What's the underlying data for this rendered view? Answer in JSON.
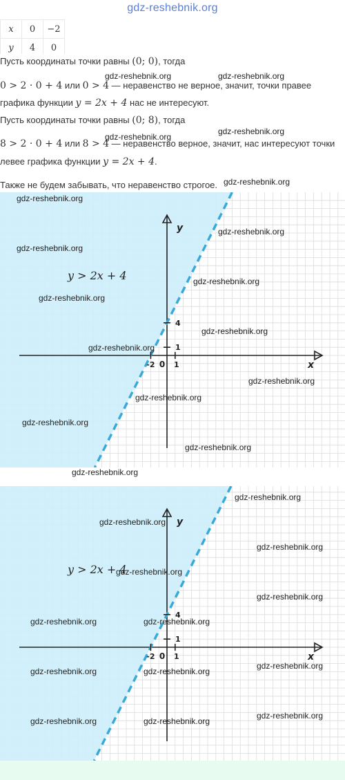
{
  "site": {
    "title": "gdz-reshebnik.org",
    "watermark": "gdz-reshebnik.org"
  },
  "table": {
    "rows": [
      {
        "var": "x",
        "values": [
          "0",
          "−2"
        ]
      },
      {
        "var": "y",
        "values": [
          "4",
          "0"
        ]
      }
    ]
  },
  "text": {
    "p1_a": "Пусть координаты точки равны ",
    "p1_point": "(0; 0)",
    "p1_b": ", тогда",
    "p2_math": "0 > 2 · 0 + 4",
    "p2_or": " или ",
    "p2_math2": "0 > 4",
    "p2_b": " — неравенство не верное, значит, точки правее",
    "p3_a": "графика функции ",
    "p3_math": "y = 2x + 4",
    "p3_b": " нас не интересуют.",
    "p4_a": "Пусть координаты точки равны ",
    "p4_point": "(0; 8)",
    "p4_b": ", тогда",
    "p5_math": "8 > 2 · 0 + 4",
    "p5_or": " или ",
    "p5_math2": "8 > 4",
    "p5_b": " — неравенство верное, значит, нас интересуют точки",
    "p6_a": "левее графика функции ",
    "p6_math": "y = 2x + 4",
    "p6_b": ".",
    "p7": "Также не будем забывать, что неравенство строгое."
  },
  "graphs": [
    {
      "inequality": "y > 2x + 4",
      "axis_x": "x",
      "axis_y": "y",
      "origin": "0",
      "tick_x_1": "1",
      "tick_x_neg2": "-2",
      "tick_y_1": "1",
      "tick_y_4": "4",
      "shade_color": "#cdeefb",
      "line_color": "#3aa9d8",
      "grid_color": "#dcdcdc"
    },
    {
      "inequality": "y > 2x + 4",
      "axis_x": "x",
      "axis_y": "y",
      "origin": "0",
      "tick_x_1": "1",
      "tick_x_neg2": "-2",
      "tick_y_1": "1",
      "tick_y_4": "4",
      "shade_color": "#cdeefb",
      "line_color": "#3aa9d8",
      "grid_color": "#dcdcdc"
    }
  ]
}
